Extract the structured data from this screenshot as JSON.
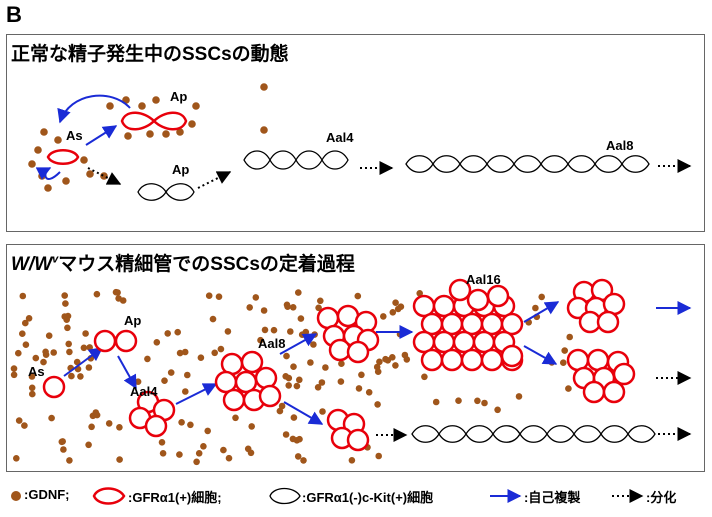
{
  "panel_letter": "B",
  "box1": {
    "title": "正常な精子発生中のSSCsの動態",
    "labels": {
      "as": "As",
      "ap_top": "Ap",
      "ap_bottom": "Ap",
      "aal4": "Aal4",
      "aal8": "Aal8"
    }
  },
  "box2": {
    "title_main": "W/W",
    "title_sup": "v",
    "title_rest": "マウス精細管でのSSCsの定着過程",
    "labels": {
      "as": "As",
      "ap": "Ap",
      "aal4": "Aal4",
      "aal8": "Aal8",
      "aal16": "Aal16"
    }
  },
  "legend": {
    "gdnf": ":GDNF;",
    "gfr_pos": ":GFRα1(+)細胞;",
    "gfr_neg": ":GFRα1(-)c-Kit(+)細胞",
    "self_renew": ":自己複製",
    "differentiate": ":分化"
  },
  "colors": {
    "gdnf_dot": "#a0561b",
    "gfr_pos_cell": "#e8000b",
    "arrow_blue": "#1a2bd6",
    "border": "#666666"
  }
}
